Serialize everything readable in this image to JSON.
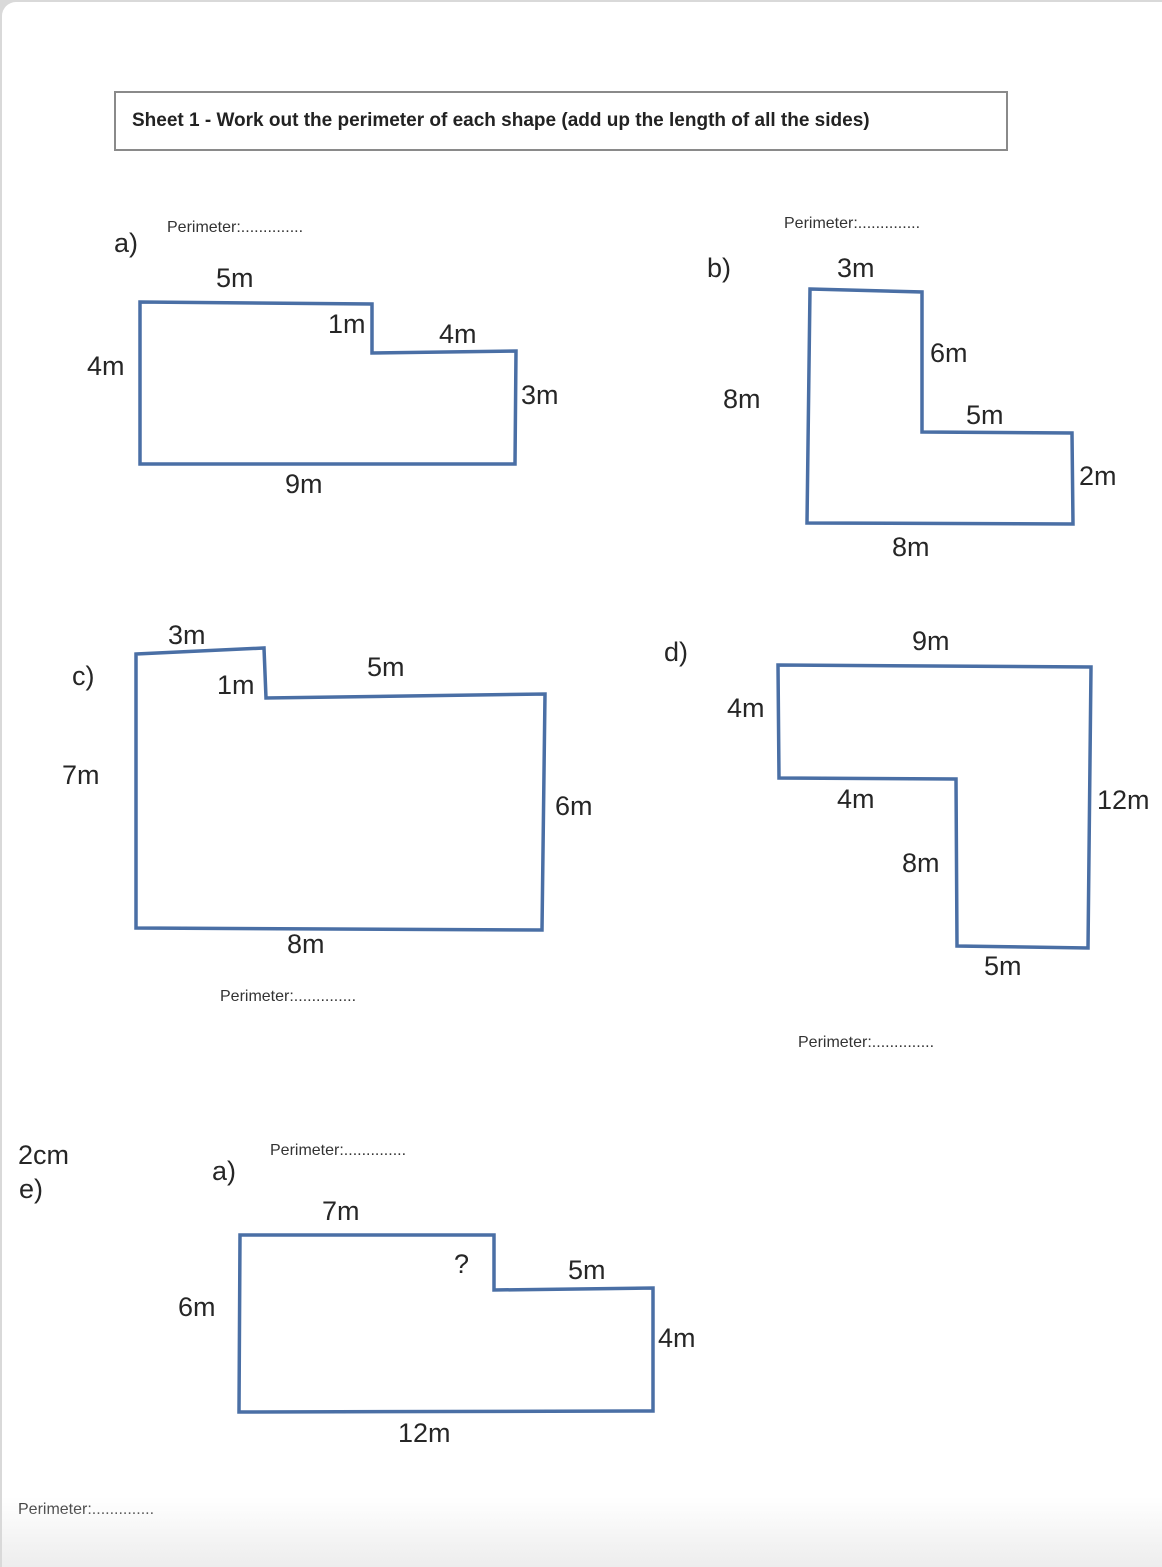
{
  "title": "Sheet 1 - Work out the perimeter of each shape (add up the length of all the sides)",
  "perimeter_label": "Perimeter:..............",
  "shapes": [
    {
      "letter": "a)",
      "labels": [
        "5m",
        "1m",
        "4m",
        "4m",
        "3m",
        "9m"
      ]
    },
    {
      "letter": "b)",
      "labels": [
        "3m",
        "6m",
        "8m",
        "5m",
        "2m",
        "8m"
      ]
    },
    {
      "letter": "c)",
      "labels": [
        "3m",
        "1m",
        "5m",
        "7m",
        "6m",
        "8m"
      ]
    },
    {
      "letter": "d)",
      "labels": [
        "9m",
        "4m",
        "4m",
        "12m",
        "8m",
        "5m"
      ]
    },
    {
      "letter": "a)",
      "labels": [
        "7m",
        "?",
        "5m",
        "6m",
        "4m",
        "12m"
      ]
    }
  ],
  "stray_label": "2cm",
  "e_letter": "e)"
}
